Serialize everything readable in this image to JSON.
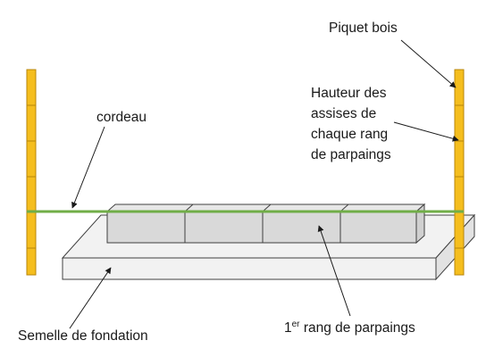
{
  "labels": {
    "piquet": "Piquet bois",
    "hauteur_lines": [
      "Hauteur des",
      "assises de",
      "chaque rang",
      "de parpaings"
    ],
    "cordeau": "cordeau",
    "semelle": "Semelle de fondation",
    "rang_number": "1",
    "rang_sup": "er",
    "rang_text": " rang de parpaings"
  },
  "colors": {
    "stake": "#F5BE1E",
    "stake_edge": "#B8860B",
    "cord": "#70AD47",
    "footing_top": "#F2F2F2",
    "footing_side": "#E2E2E2",
    "block_front": "#D9D9D9",
    "block_top": "#E7E7E7",
    "outline": "#404040",
    "arrow": "#1a1a1a"
  }
}
